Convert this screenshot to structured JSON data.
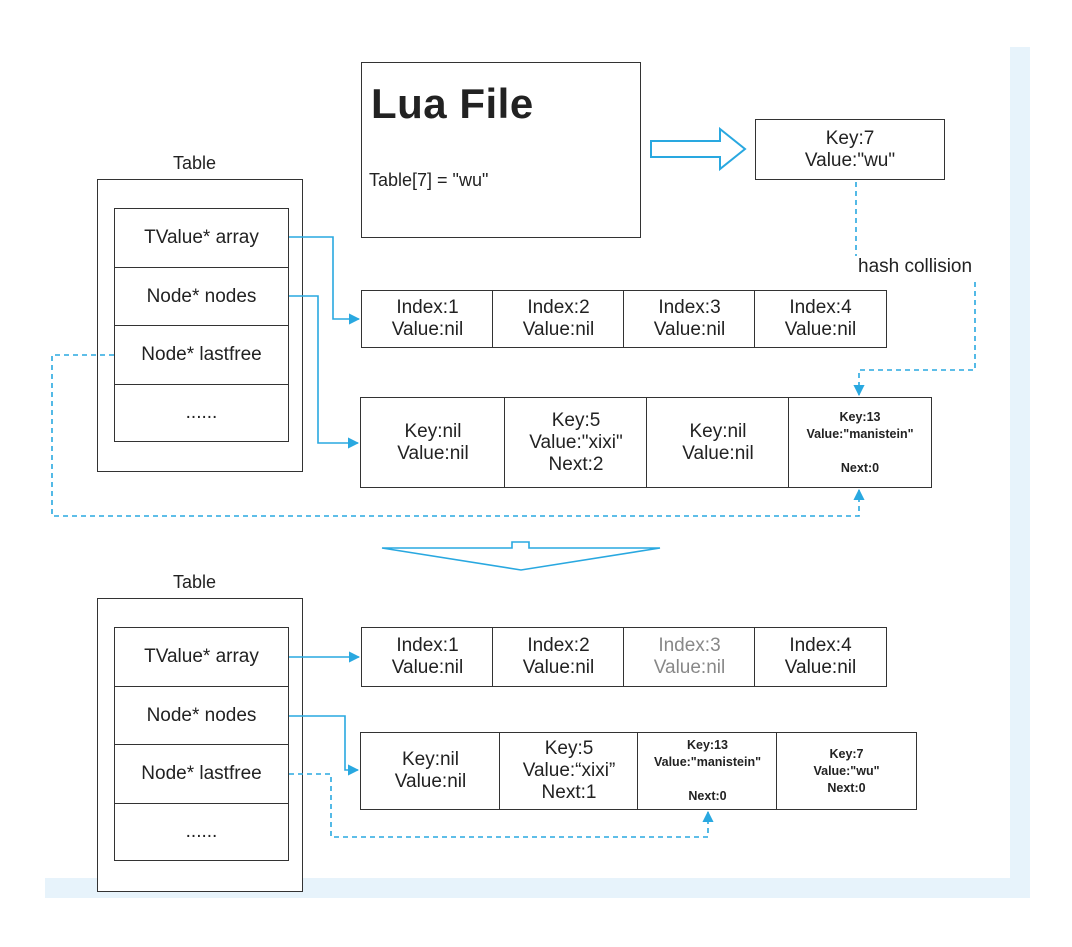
{
  "lua_file": {
    "title": "Lua File",
    "code": "Table[7] = \"wu\""
  },
  "new_entry": "Key:7\nValue:\"wu\"",
  "hash_collision_label": "hash collision",
  "before": {
    "table_label": "Table",
    "fields": [
      "TValue* array",
      "Node* nodes",
      "Node* lastfree",
      "......"
    ],
    "array": [
      "Index:1\nValue:nil",
      "Index:2\nValue:nil",
      "Index:3\nValue:nil",
      "Index:4\nValue:nil"
    ],
    "nodes": [
      "Key:nil\nValue:nil",
      "Key:5\nValue:\"xixi\"\nNext:2",
      "Key:nil\nValue:nil",
      "Key:13\nValue:\"manistein\"\n\nNext:0"
    ]
  },
  "after": {
    "table_label": "Table",
    "fields": [
      "TValue* array",
      "Node* nodes",
      "Node* lastfree",
      "......"
    ],
    "array": [
      "Index:1\nValue:nil",
      "Index:2\nValue:nil",
      "Index:3\nValue:nil",
      "Index:4\nValue:nil"
    ],
    "nodes": [
      "Key:nil\nValue:nil",
      "Key:5\nValue:“xixi”\nNext:1",
      "Key:13\nValue:\"manistein\"\n\nNext:0",
      "Key:7\nValue:\"wu\"\nNext:0"
    ]
  },
  "colors": {
    "connector": "#29a8e0",
    "frame": "#e7f3fb",
    "border": "#333333"
  }
}
